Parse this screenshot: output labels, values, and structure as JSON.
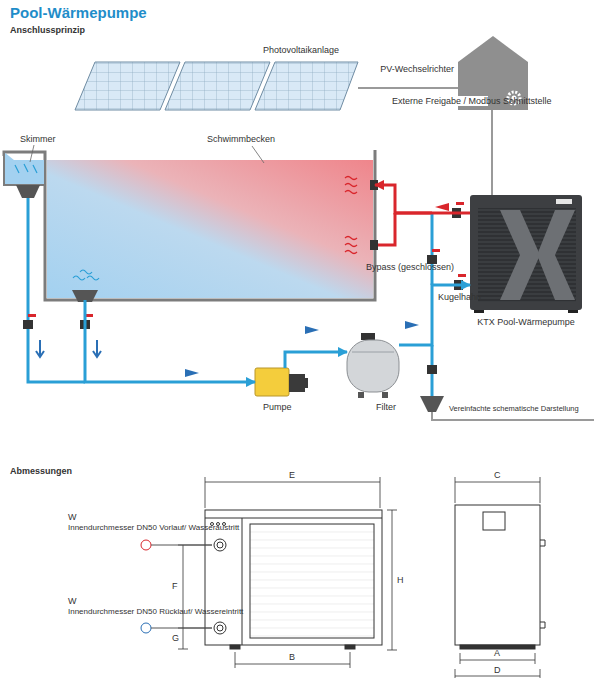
{
  "diagram": {
    "title": "Pool-Wärmepumpe",
    "nodes": [
      {
        "text": [
          "Photovoltaikanlage"
        ]
      },
      {
        "text": [
          "PV-Wechselrichter"
        ]
      },
      {
        "text": [
          "Schwimmbecken"
        ]
      },
      {
        "text": [
          "Pumpe"
        ]
      },
      {
        "text": [
          "Filter"
        ]
      },
      {
        "text": [
          "KTX Pool-Wärmepumpe"
        ]
      }
    ],
    "edges": [
      {
        "from": 0,
        "to": 1,
        "arrow": "none"
      },
      {
        "from": 1,
        "to": 5,
        "arrow": "none",
        "label": "Externe Freigabe / Modbus Schnittstelle"
      },
      {
        "from": 2,
        "to": 3,
        "arrow": "to"
      },
      {
        "from": 3,
        "to": 4,
        "arrow": "to"
      },
      {
        "from": 4,
        "to": 5,
        "arrow": "to"
      },
      {
        "from": 5,
        "to": 2,
        "arrow": "to"
      }
    ],
    "labels": [
      "Anschlussprinzip",
      "Skimmer",
      "Bypass (geschlossen)",
      "Kugelhahn",
      "Vereinfachte schematische Darstellung",
      "Abmessungen",
      "E",
      "H",
      "C",
      "W",
      "Innendurchmesser DN50 Vorlauf/ Wasseraustritt",
      "F",
      "W",
      "Innendurchmesser DN50 Rücklauf/ Wassereintritt",
      "G",
      "B",
      "A",
      "D"
    ]
  }
}
